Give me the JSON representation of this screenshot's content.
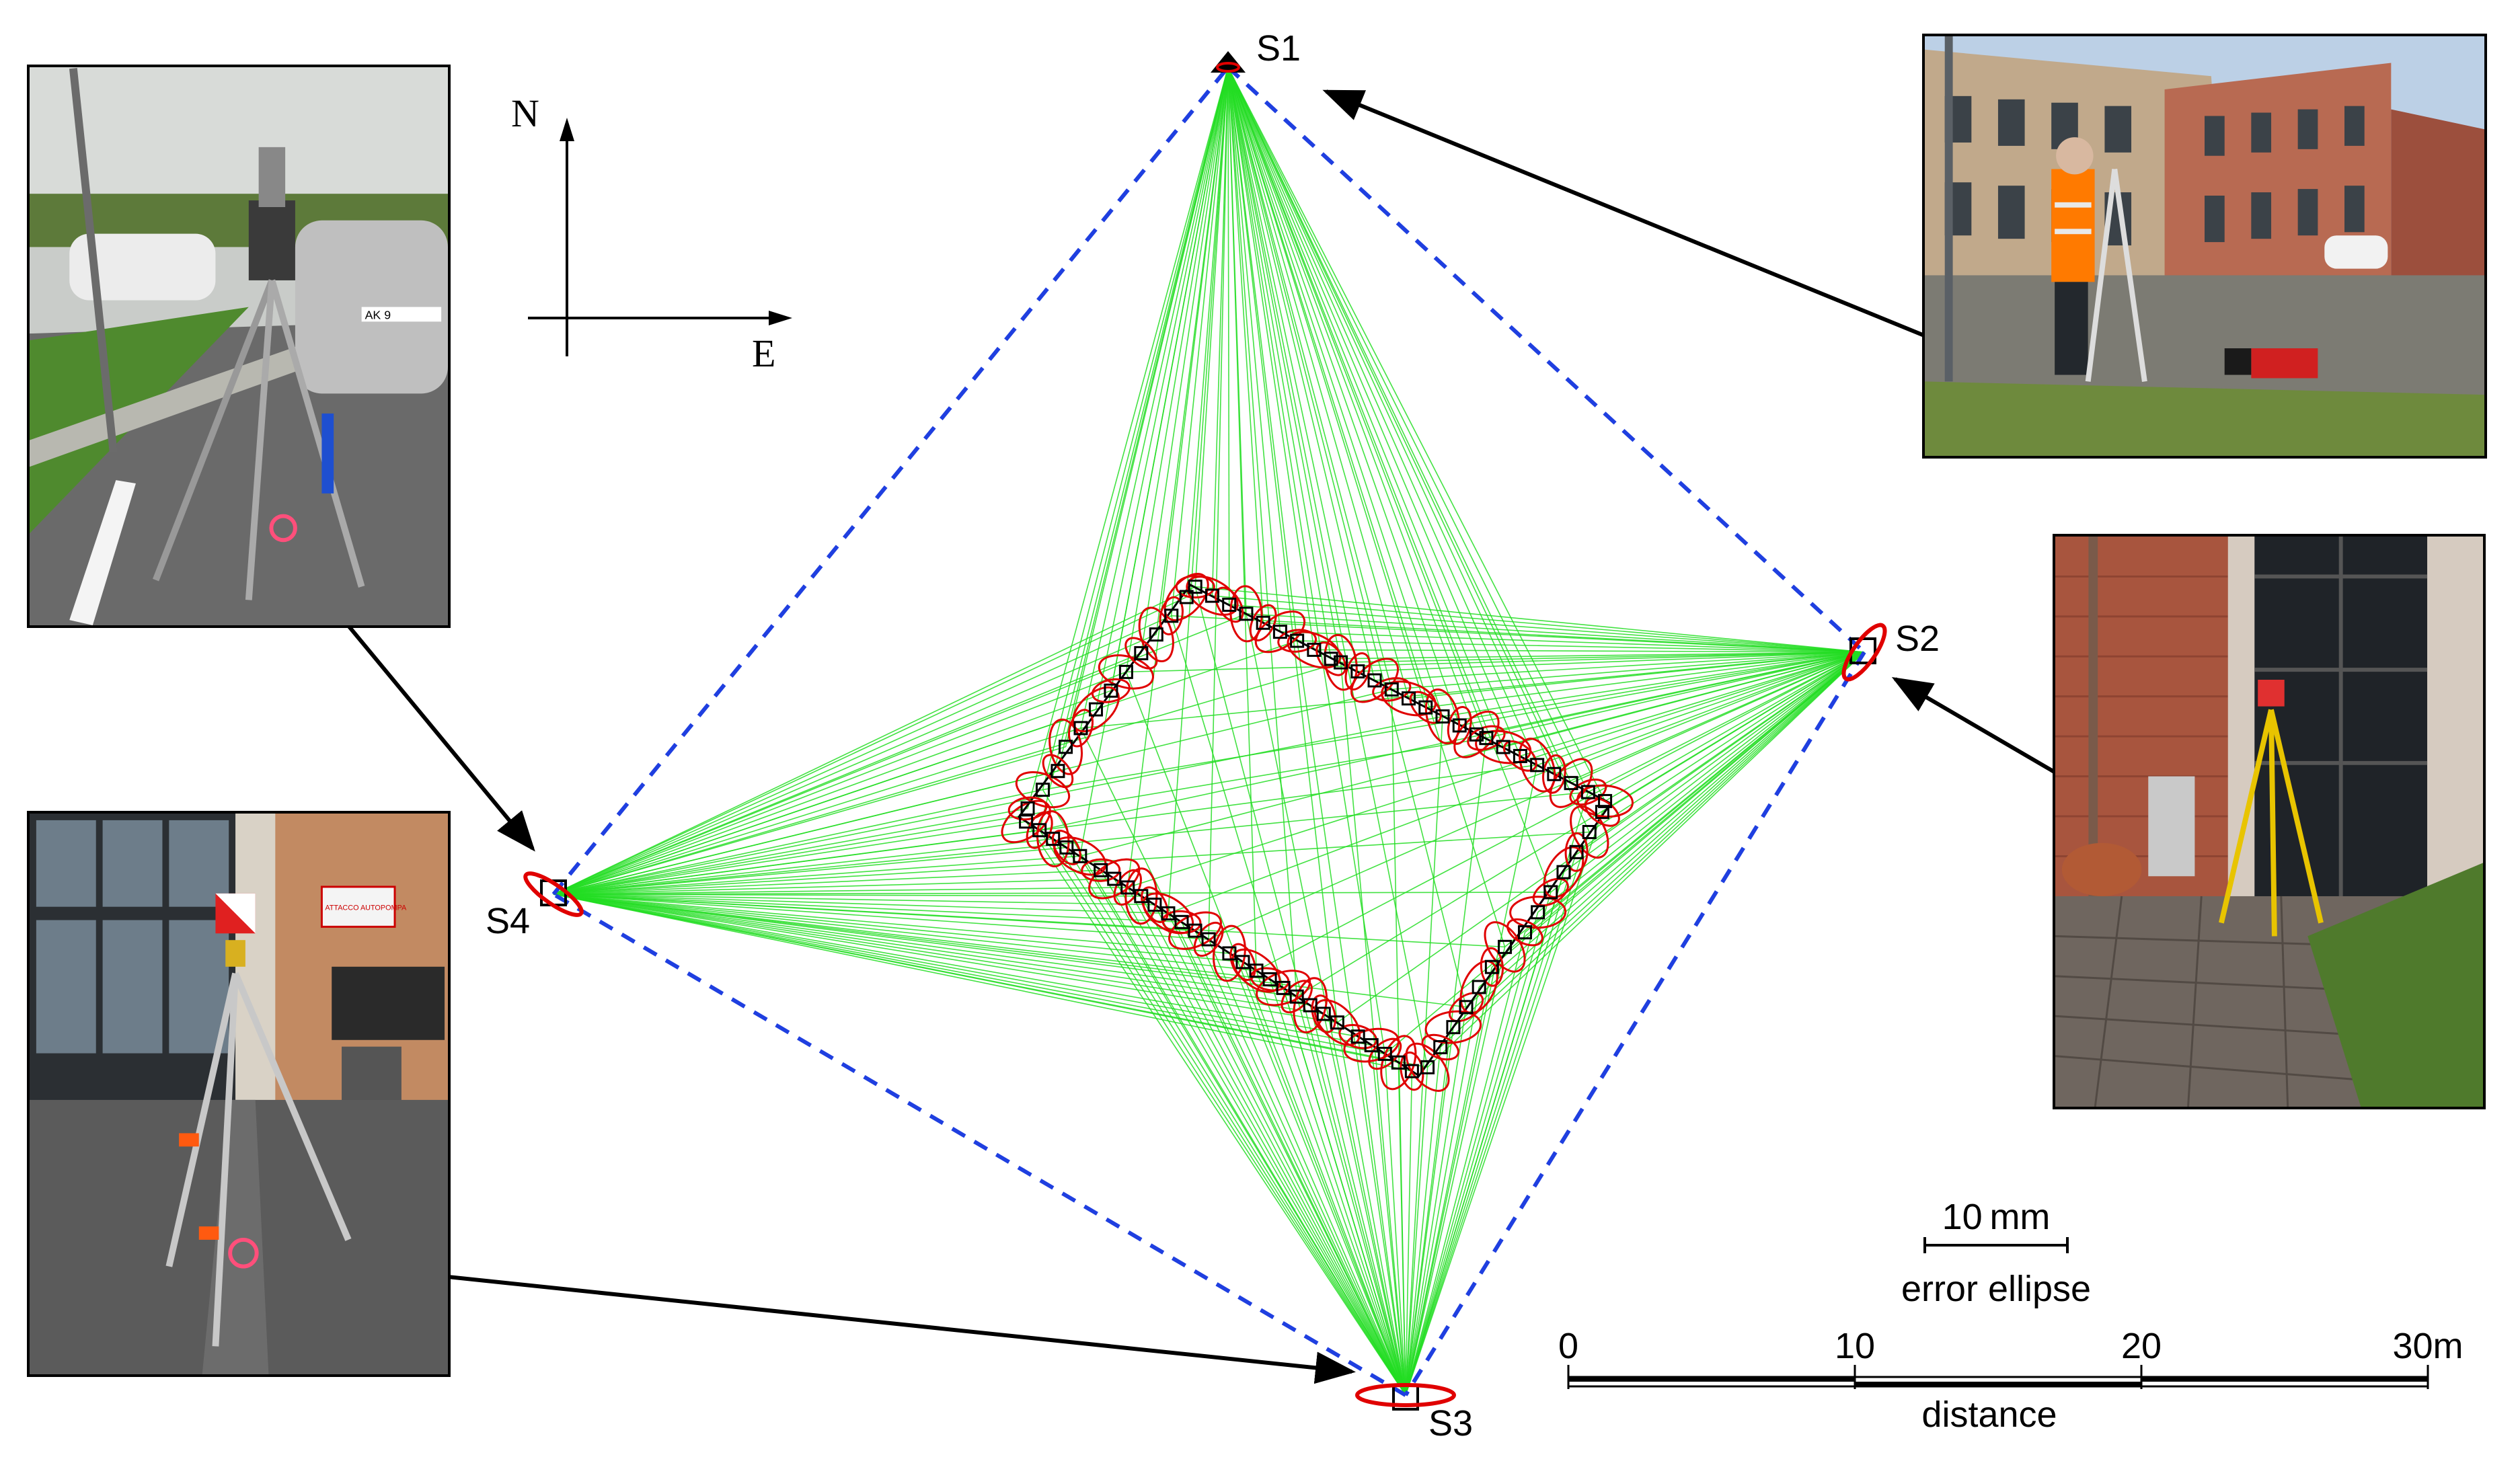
{
  "compass": {
    "north_label": "N",
    "east_label": "E"
  },
  "stations": [
    {
      "id": "S1",
      "label": "S1"
    },
    {
      "id": "S2",
      "label": "S2"
    },
    {
      "id": "S3",
      "label": "S3"
    },
    {
      "id": "S4",
      "label": "S4"
    }
  ],
  "ellipse_scale": {
    "value_label": "10 mm",
    "caption": "error ellipse"
  },
  "distance_scale": {
    "ticks": [
      "0",
      "10",
      "20",
      "30m"
    ],
    "caption": "distance"
  },
  "photos": [
    {
      "name": "photo-total-station-s4",
      "sign_text": "AK 9"
    },
    {
      "name": "photo-surveyor-s1"
    },
    {
      "name": "photo-prism-s2"
    },
    {
      "name": "photo-prism-s3",
      "sign_text": "ATTACCO AUTOPOMPA"
    }
  ],
  "colors": {
    "observation_lines": "#22dd22",
    "network_outline": "#1f3fe0",
    "error_ellipse": "#e00000",
    "target_points": "#000000"
  }
}
